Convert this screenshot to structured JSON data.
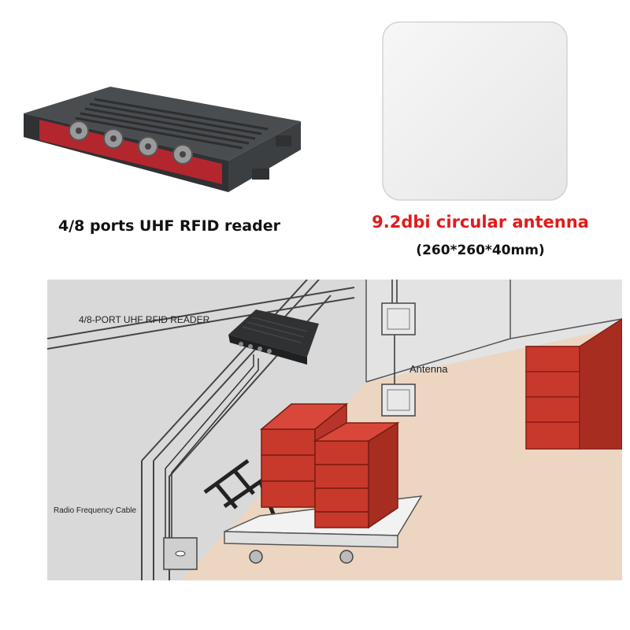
{
  "product": {
    "reader_caption": "4/8 ports UHF RFID reader",
    "antenna_caption": "9.2dbi circular antenna",
    "antenna_size": "(260*260*40mm)"
  },
  "scene": {
    "reader_label": "4/8-PORT UHF RFID READER",
    "antenna_label": "Antenna",
    "cable_label": "Radio Frequency Cable"
  },
  "colors": {
    "reader_body": "#3a3d40",
    "reader_accent": "#b3262e",
    "caption_red": "#e11b1b",
    "box_red": "#c8392b",
    "wall_gray": "#e3e3e3",
    "floor_beige": "#ecd6c2"
  }
}
